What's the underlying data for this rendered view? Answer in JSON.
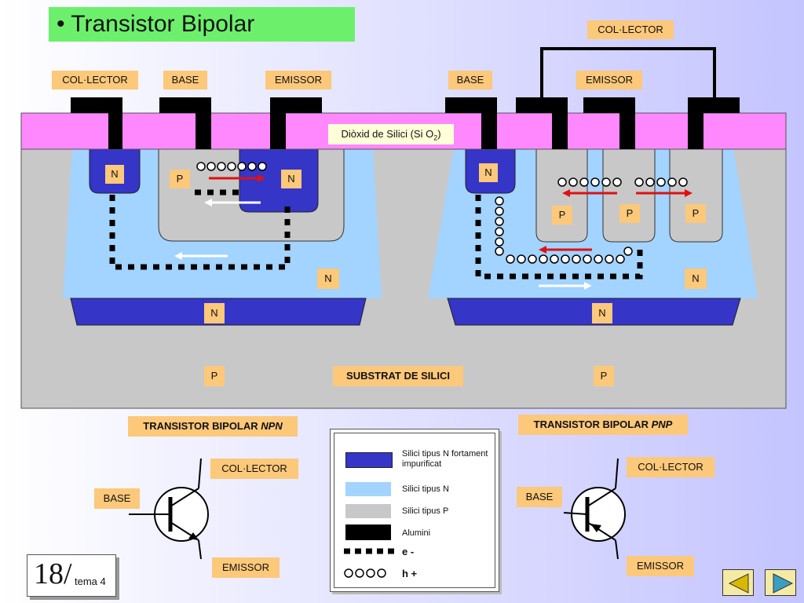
{
  "title": "• Transistor Bipolar",
  "labels": {
    "npn_collector": "COL·LECTOR",
    "npn_base": "BASE",
    "npn_emitter": "EMISSOR",
    "pnp_base": "BASE",
    "pnp_emitter": "EMISSOR",
    "pnp_collector": "COL·LECTOR",
    "oxide": "Diòxid de Silici (Si O",
    "oxide_sub": "2",
    "oxide_close": ")",
    "substrate": "SUBSTRAT DE SILICI"
  },
  "regions": {
    "n1": "N",
    "p_base": "P",
    "n_emit": "N",
    "n_well": "N",
    "n_buried": "N",
    "p_sub": "P",
    "n2": "N",
    "p2a": "P",
    "p2b": "P",
    "p2c": "P",
    "n_well2": "N",
    "n_buried2": "N",
    "p_sub2": "P"
  },
  "npn": {
    "heading": "TRANSISTOR BIPOLAR ",
    "heading_em": "NPN",
    "collector": "COL·LECTOR",
    "base": "BASE",
    "emitter": "EMISSOR"
  },
  "pnp": {
    "heading": "TRANSISTOR BIPOLAR ",
    "heading_em": "PNP",
    "collector": "COL·LECTOR",
    "base": "BASE",
    "emitter": "EMISSOR"
  },
  "legend": {
    "items": [
      {
        "text": "Silici tipus N fortament impurificat",
        "color": "#3535c8"
      },
      {
        "text": "Silici tipus N",
        "color": "#a3d3ff"
      },
      {
        "text": "Silici tipus P",
        "color": "#c8c8c8"
      },
      {
        "text": "Alumini",
        "color": "#000000"
      }
    ],
    "electrons": "e -",
    "holes": "h +"
  },
  "page": {
    "number": "18/",
    "topic": "tema 4"
  },
  "colors": {
    "oxide": "#ff88ff",
    "label_bg": "#fcc87a",
    "title_bg": "#6cf06c",
    "arrow_red": "#e01010",
    "nav_bg": "#f5eaa5"
  }
}
